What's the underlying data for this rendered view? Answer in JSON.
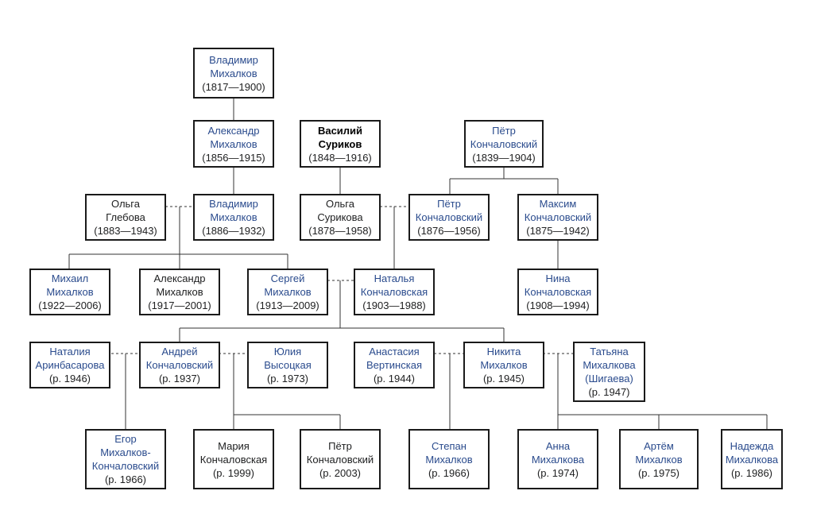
{
  "people": {
    "p01": {
      "name": "Владимир\nМихалков",
      "years": "(1817—1900)",
      "style": "link"
    },
    "p02": {
      "name": "Александр\nМихалков",
      "years": "(1856—1915)",
      "style": "link"
    },
    "p03": {
      "name": "Василий\nСуриков",
      "years": "(1848—1916)",
      "style": "bold"
    },
    "p04": {
      "name": "Пётр\nКончаловский",
      "years": "(1839—1904)",
      "style": "link"
    },
    "p05": {
      "name": "Ольга\nГлебова",
      "years": "(1883—1943)",
      "style": "plain"
    },
    "p06": {
      "name": "Владимир\nМихалков",
      "years": "(1886—1932)",
      "style": "link"
    },
    "p07": {
      "name": "Ольга\nСурикова",
      "years": "(1878—1958)",
      "style": "plain"
    },
    "p08": {
      "name": "Пётр\nКончаловский",
      "years": "(1876—1956)",
      "style": "link"
    },
    "p09": {
      "name": "Максим\nКончаловский",
      "years": "(1875—1942)",
      "style": "link"
    },
    "p10": {
      "name": "Михаил\nМихалков",
      "years": "(1922—2006)",
      "style": "link"
    },
    "p11": {
      "name": "Александр\nМихалков",
      "years": "(1917—2001)",
      "style": "plain"
    },
    "p12": {
      "name": "Сергей\nМихалков",
      "years": "(1913—2009)",
      "style": "link"
    },
    "p13": {
      "name": "Наталья\nКончаловская",
      "years": "(1903—1988)",
      "style": "link"
    },
    "p14": {
      "name": "Нина\nКончаловская",
      "years": "(1908—1994)",
      "style": "link"
    },
    "p15": {
      "name": "Наталия\nАринбасарова",
      "years": "(р. 1946)",
      "style": "link"
    },
    "p16": {
      "name": "Андрей\nКончаловский",
      "years": "(р. 1937)",
      "style": "link"
    },
    "p17": {
      "name": "Юлия\nВысоцкая",
      "years": "(р. 1973)",
      "style": "link"
    },
    "p18": {
      "name": "Анастасия\nВертинская",
      "years": "(р. 1944)",
      "style": "link"
    },
    "p19": {
      "name": "Никита\nМихалков",
      "years": "(р. 1945)",
      "style": "link"
    },
    "p20": {
      "name": "Татьяна\nМихалкова\n(Шигаева)",
      "years": "(р. 1947)",
      "style": "link"
    },
    "p21": {
      "name": "Егор\nМихалков-\nКончаловский",
      "years": "(р. 1966)",
      "style": "link"
    },
    "p22": {
      "name": "Мария\nКончаловская",
      "years": "(р. 1999)",
      "style": "plain"
    },
    "p23": {
      "name": "Пётр\nКончаловский",
      "years": "(р. 2003)",
      "style": "plain"
    },
    "p24": {
      "name": "Степан\nМихалков",
      "years": "(р. 1966)",
      "style": "link"
    },
    "p25": {
      "name": "Анна\nМихалкова",
      "years": "(р. 1974)",
      "style": "link"
    },
    "p26": {
      "name": "Артём\nМихалков",
      "years": "(р. 1975)",
      "style": "link"
    },
    "p27": {
      "name": "Надежда\nМихалкова",
      "years": "(р. 1986)",
      "style": "link"
    }
  },
  "colors": {
    "link": "#2a4b8d",
    "text": "#202122",
    "border": "#1a1a1a",
    "line": "#333333"
  }
}
